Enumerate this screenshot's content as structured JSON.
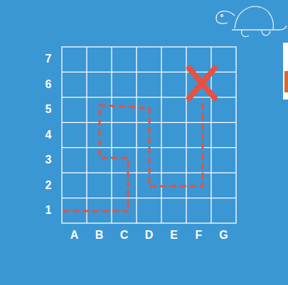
{
  "diagram": {
    "labels": [
      "7",
      "6",
      "5",
      "4",
      "3",
      "2",
      "1",
      "A",
      "B",
      "C",
      "D",
      "E",
      "F",
      "G"
    ]
  }
}
